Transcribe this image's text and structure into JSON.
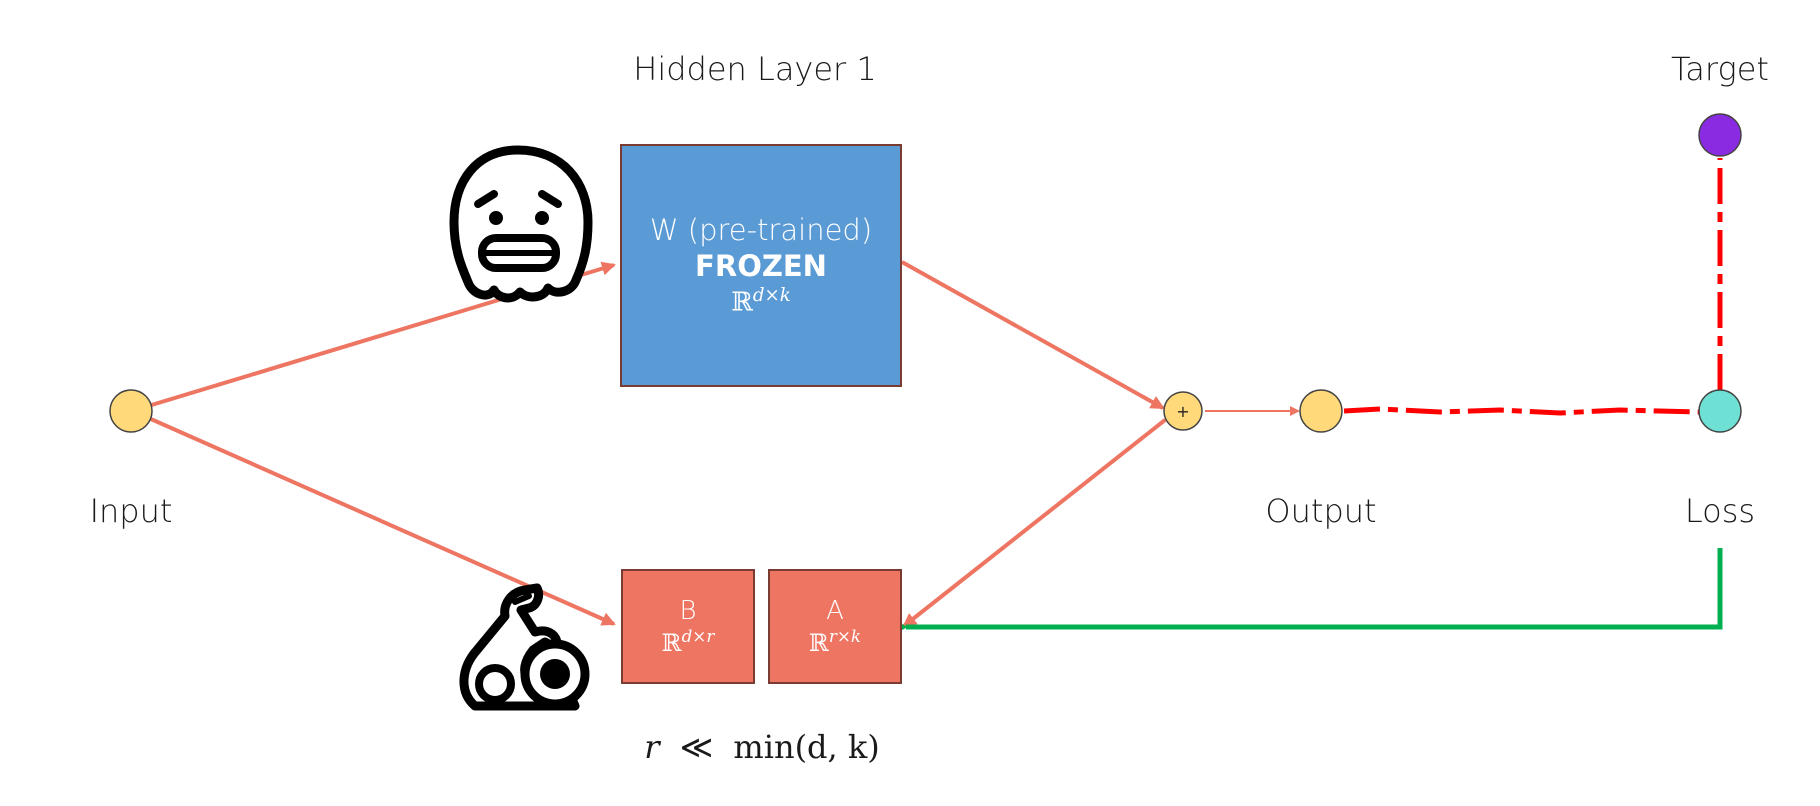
{
  "labels": {
    "hidden_layer": "Hidden Layer 1",
    "target": "Target",
    "input": "Input",
    "output": "Output",
    "loss": "Loss"
  },
  "w_box": {
    "line1": "W (pre-trained)",
    "line2": "FROZEN",
    "space_base": "ℝ",
    "space_sup": "d×k"
  },
  "b_box": {
    "name": "B",
    "space_base": "ℝ",
    "space_sup": "d×r"
  },
  "a_box": {
    "name": "A",
    "space_base": "ℝ",
    "space_sup": "r×k"
  },
  "sum_node": {
    "symbol": "+"
  },
  "formula": {
    "r": "r",
    "op": "≪",
    "rest": "min(d, k)"
  },
  "colors": {
    "arrow": "#ed7562",
    "node_fill": "#ffd97a",
    "target_node": "#8a2be2",
    "loss_node": "#6ee0d4",
    "loss_line": "#ff0000",
    "gradient": "#00b050",
    "w_box": "#5b9bd5",
    "lr_box": "#ed7562"
  },
  "icons": {
    "frozen": "grimacing-face-icon",
    "trainable": "bodybuilder-icon"
  }
}
